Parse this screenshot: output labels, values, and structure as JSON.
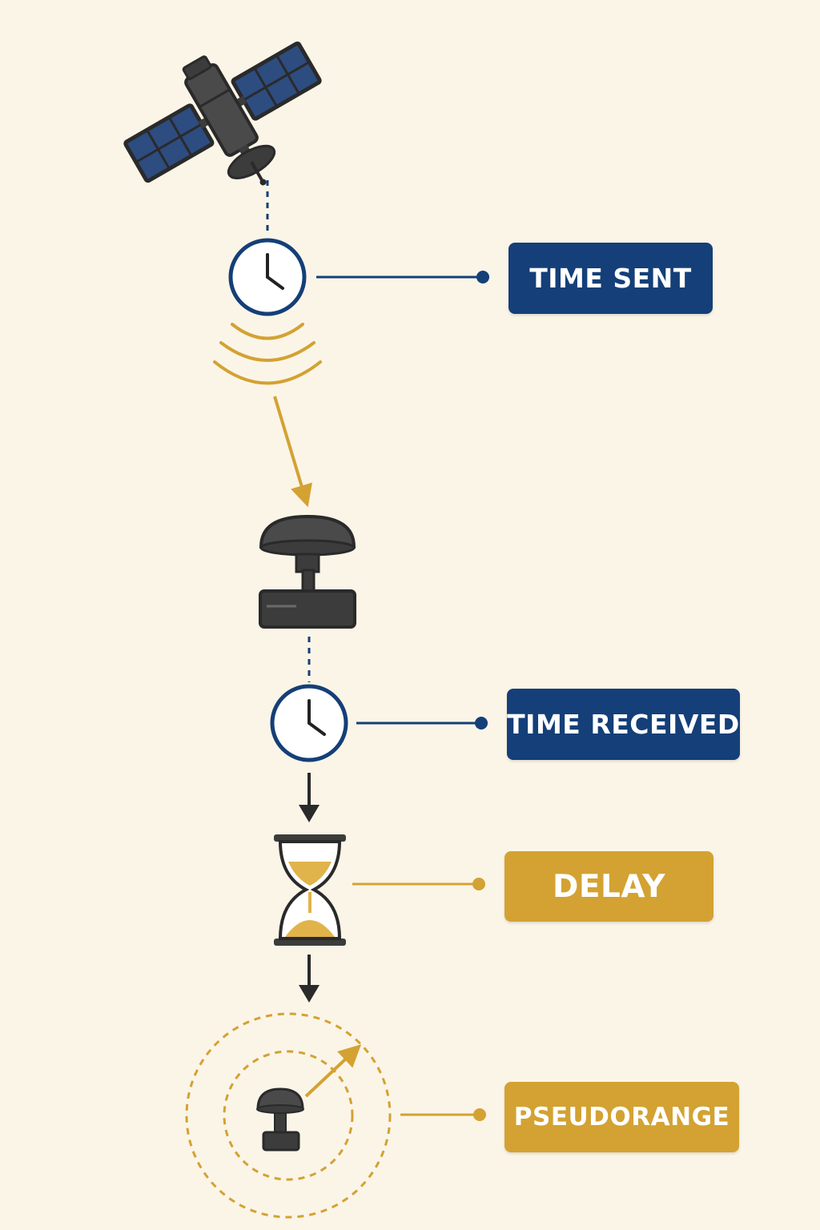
{
  "colors": {
    "background": "#fbf5e8",
    "navy": "#143f78",
    "gold": "#d3a232",
    "gold_light": "#e1b34b",
    "device_dark": "#3c3c3c",
    "solar_blue": "#2d4c80"
  },
  "icons": [
    "satellite-icon",
    "clock-icon",
    "signal-wave-icon",
    "gps-antenna-icon",
    "hourglass-icon",
    "range-circle-icon"
  ],
  "labels": {
    "time_sent": "TIME SENT",
    "time_received": "TIME RECEIVED",
    "delay": "DELAY",
    "pseudorange": "PSEUDORANGE"
  }
}
